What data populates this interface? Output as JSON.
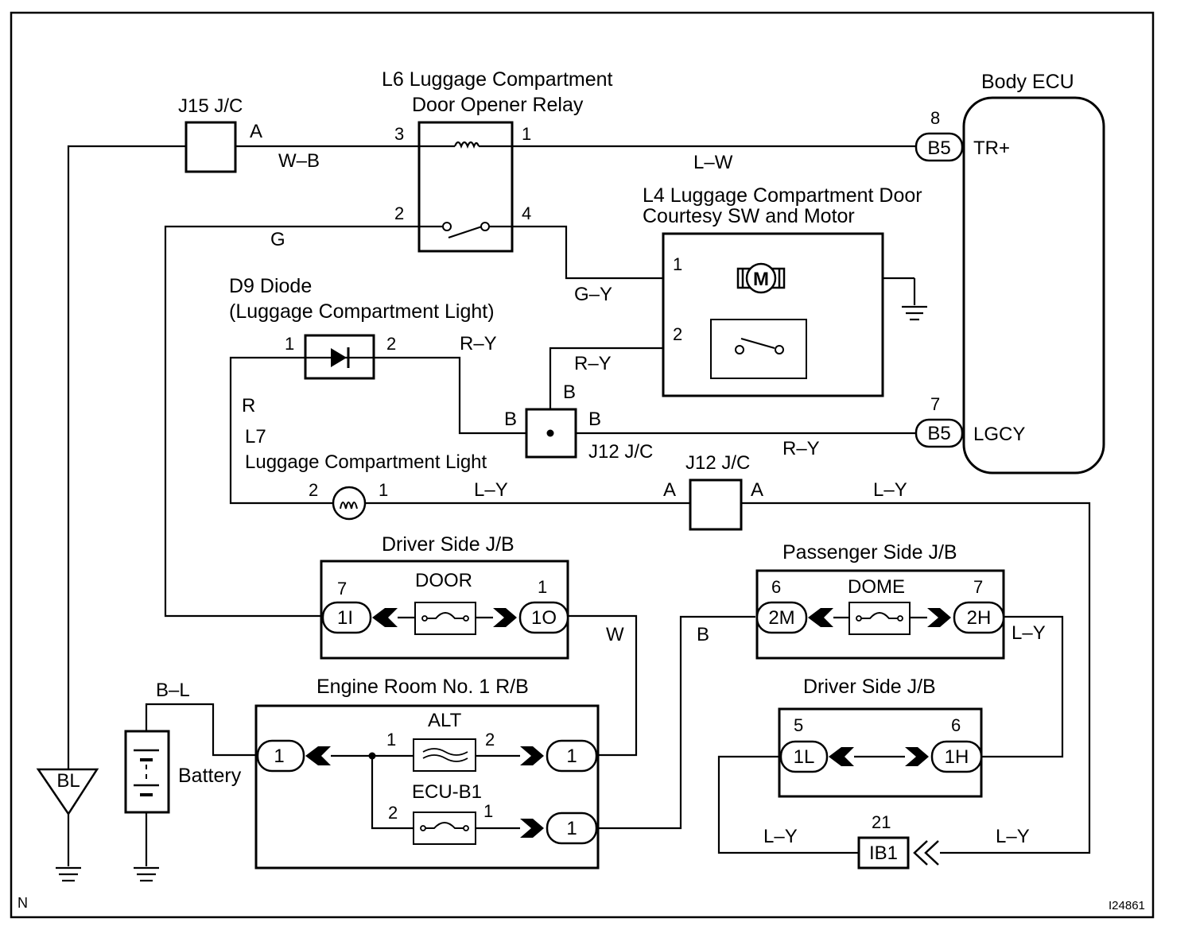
{
  "components": {
    "j15": "J15 J/C",
    "relay_l1": "L6 Luggage Compartment",
    "relay_l2": "Door Opener Relay",
    "body_ecu": "Body ECU",
    "motor_l1": "L4 Luggage Compartment Door",
    "motor_l2": "Courtesy SW and Motor",
    "diode_l1": "D9 Diode",
    "diode_l2": "(Luggage Compartment Light)",
    "light_ref": "L7",
    "light_name": "Luggage Compartment Light",
    "j12_a": "J12 J/C",
    "j12_b": "J12 J/C",
    "driver_jb_top": "Driver Side J/B",
    "passenger_jb": "Passenger Side J/B",
    "engine_rb": "Engine Room No. 1 R/B",
    "driver_jb_bottom": "Driver Side J/B",
    "battery": "Battery",
    "motor_symbol": "M"
  },
  "fuses": {
    "door": "DOOR",
    "dome": "DOME",
    "alt": "ALT",
    "ecu_b1": "ECU-B1"
  },
  "wire_colors": {
    "w_b": "W–B",
    "g": "G",
    "l_w": "L–W",
    "g_y": "G–Y",
    "r_y_diode": "R–Y",
    "r_y_sw": "R–Y",
    "r_y_ecu": "R–Y",
    "r": "R",
    "l_y_light": "L–Y",
    "l_y_right": "L–Y",
    "w": "W",
    "b": "B",
    "l_y_pass": "L–Y",
    "b_l": "B–L",
    "l_y_ib_left": "L–Y",
    "l_y_ib_right": "L–Y"
  },
  "pins": {
    "j15_a": "A",
    "relay_3": "3",
    "relay_1": "1",
    "relay_2": "2",
    "relay_4": "4",
    "ecu_8": "8",
    "ecu_7": "7",
    "motor_1": "1",
    "sw_2": "2",
    "diode_1": "1",
    "diode_2": "2",
    "j12_b_top": "B",
    "j12_b_left": "B",
    "j12_b_right": "B",
    "light_2": "2",
    "light_1": "1",
    "j12_a_left": "A",
    "j12_a_right": "A",
    "djb_7": "7",
    "djb_1": "1",
    "pjb_6": "6",
    "pjb_7": "7",
    "alt_1": "1",
    "alt_2": "2",
    "ecub1_2": "2",
    "ecub1_1": "1",
    "djb2_5": "5",
    "djb2_6": "6",
    "ib1_21": "21"
  },
  "connectors": {
    "b5_top": "B5",
    "b5_bottom": "B5",
    "tr_plus": "TR+",
    "lgcy": "LGCY",
    "djb_1i": "1I",
    "djb_1o": "1O",
    "pjb_2m": "2M",
    "pjb_2h": "2H",
    "err_in": "1",
    "err_alt_out": "1",
    "err_ecu_out": "1",
    "djb2_1l": "1L",
    "djb2_1h": "1H",
    "ib1": "IB1",
    "bl": "BL"
  },
  "footer": {
    "corner": "N",
    "figure_id": "I24861"
  }
}
